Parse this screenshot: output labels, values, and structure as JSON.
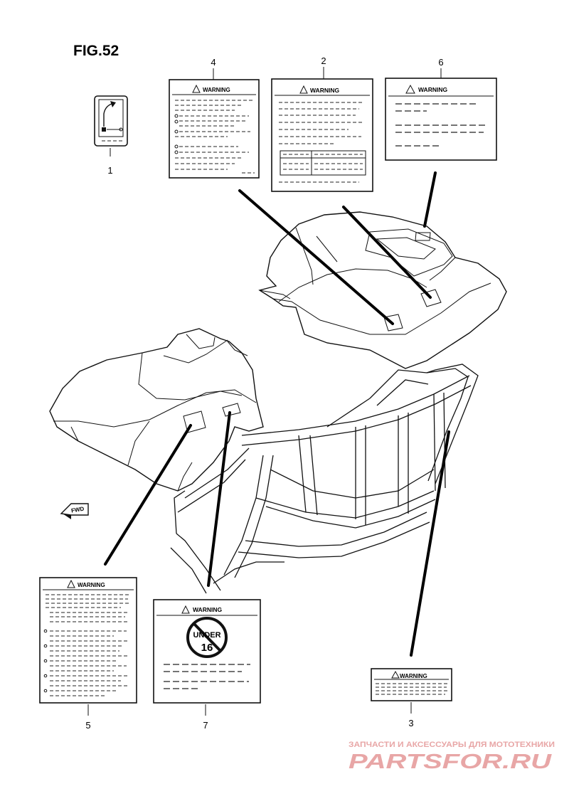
{
  "figure": {
    "title": "FIG.52"
  },
  "labels": [
    {
      "part_no": "1",
      "kind": "fwd-arrow-decal"
    },
    {
      "part_no": "2",
      "warning_text": "WARNING"
    },
    {
      "part_no": "3",
      "warning_text": "WARNING"
    },
    {
      "part_no": "4",
      "warning_text": "WARNING"
    },
    {
      "part_no": "5",
      "warning_text": "WARNING"
    },
    {
      "part_no": "6",
      "warning_text": "WARNING"
    },
    {
      "part_no": "7",
      "warning_text": "WARNING",
      "badge_top": "UNDER",
      "badge_bottom": "16"
    }
  ],
  "direction": {
    "text": "FWD"
  },
  "watermark": {
    "tagline": "ЗАПЧАСТИ И АКСЕССУАРЫ ДЛЯ МОТОТЕХНИКИ",
    "brand": "PARTSFOR.RU",
    "color": "#e8a6a6"
  }
}
